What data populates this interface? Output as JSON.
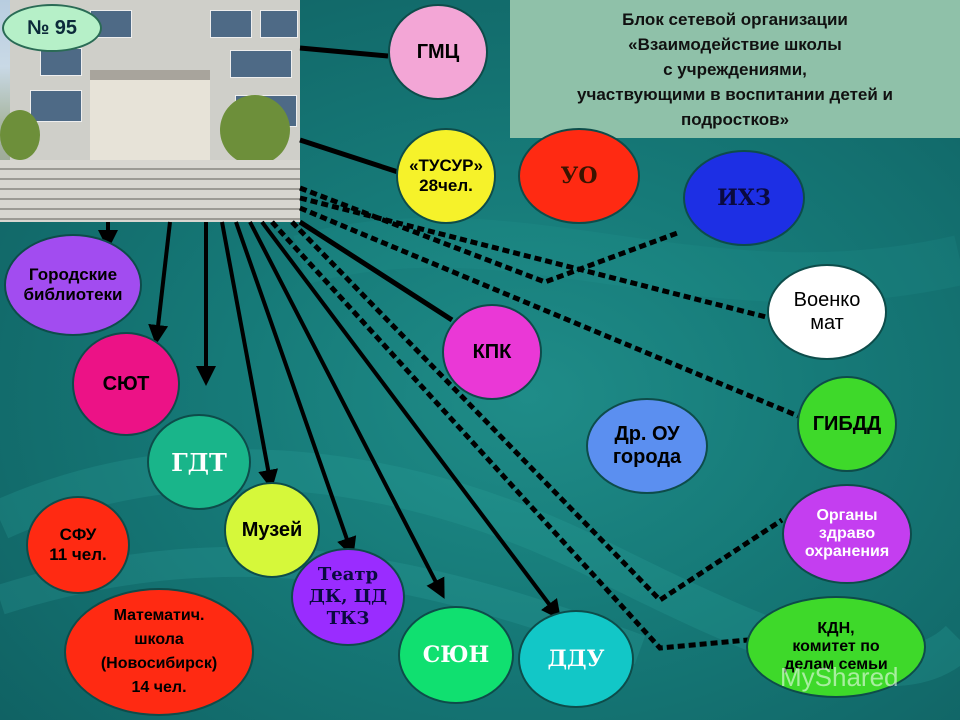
{
  "badge": "№ 95",
  "title": "Блок сетевой организации\n«Взаимодействие школы\nс учреждениями,\nучаствующими в воспитании детей и\nподростков»",
  "nodes": {
    "gmc": "ГМЦ",
    "tusur": "«ТУСУР»\n28чел.",
    "uo": "УО",
    "ihz": "ИХЗ",
    "voenkomat": "Военко\nмат",
    "libraries": "Городские\nбиблиотеки",
    "syut": "СЮТ",
    "gdt": "ГДТ",
    "kpk": "КПК",
    "other_schools": "Др. ОУ\nгорода",
    "gibdd": "ГИБДД",
    "sfu": "СФУ\n11 чел.",
    "museum": "Музей",
    "theatre": "Театр\nДК, ЦД\nТКЗ",
    "health": "Органы\nздраво\nохранения",
    "math_school": "Математич.\nшкола\n(Новосибирск)\n14 чел.",
    "syun": "СЮН",
    "ddu": "ДДУ",
    "kdn": "КДН,\nкомитет по\nделам семьи"
  },
  "watermark": "MyShared",
  "colors": {
    "gmc": "#f3a6d6",
    "tusur": "#f6f22a",
    "uo": "#ff2a12",
    "ihz": "#1d2fe4",
    "voenkomat": "#ffffff",
    "libraries": "#a24cf0",
    "syut": "#ec1286",
    "gdt": "#19b58a",
    "kpk": "#ea38d6",
    "other_schools": "#5b8ff0",
    "gibdd": "#3ed92a",
    "sfu": "#ff2a12",
    "museum": "#d6f83a",
    "theatre": "#9a2cff",
    "health": "#c43ef0",
    "math_school": "#ff2a12",
    "syun": "#10e070",
    "ddu": "#12c7c7",
    "kdn": "#3ed92a"
  }
}
